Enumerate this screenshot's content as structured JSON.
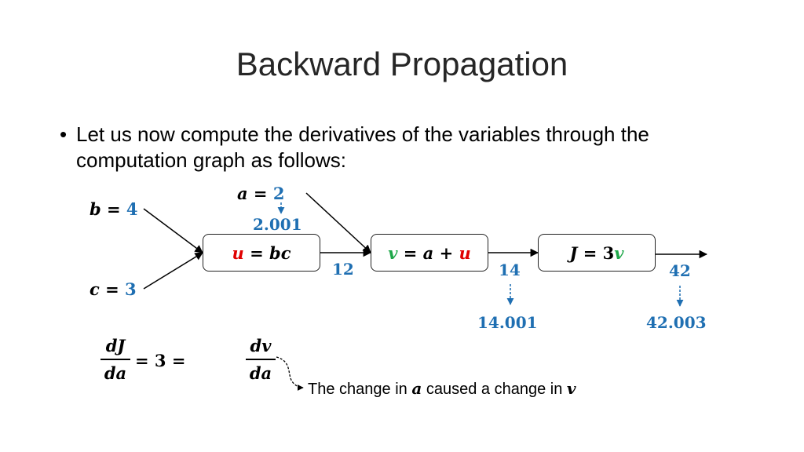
{
  "title": "Backward Propagation",
  "bullet": "Let us now compute the derivatives of the variables through the computation graph as follows:",
  "inputs": {
    "b": {
      "name": "b",
      "eq": "=",
      "value": "4"
    },
    "c": {
      "name": "c",
      "eq": "=",
      "value": "3"
    },
    "a": {
      "name": "a",
      "eq": "=",
      "value": "2",
      "nudged": "2.001"
    }
  },
  "nodes": {
    "u": {
      "lhs": "u",
      "eq": "=",
      "rhs": "bc"
    },
    "v": {
      "lhs": "v",
      "eq": "=",
      "rhs_a": "a",
      "plus": "+",
      "rhs_u": "u"
    },
    "J": {
      "lhs": "J",
      "eq": "=",
      "coef": "3",
      "rhs_v": "v"
    }
  },
  "edge_values": {
    "u_out": "12",
    "v_out": "14",
    "v_nudged": "14.001",
    "J_out": "42",
    "J_nudged": "42.003"
  },
  "derivative": {
    "dJ_num": "dJ",
    "dJ_den": "da",
    "equals_value": "= 3 =",
    "dv_num": "dv",
    "dv_den": "da",
    "annotation_pre": "The change in",
    "annotation_a": "a",
    "annotation_mid": "caused a change in",
    "annotation_v": "v"
  },
  "colors": {
    "accent_blue": "#1f6fb2",
    "u_red": "#e00000",
    "v_green": "#1fa84a"
  }
}
